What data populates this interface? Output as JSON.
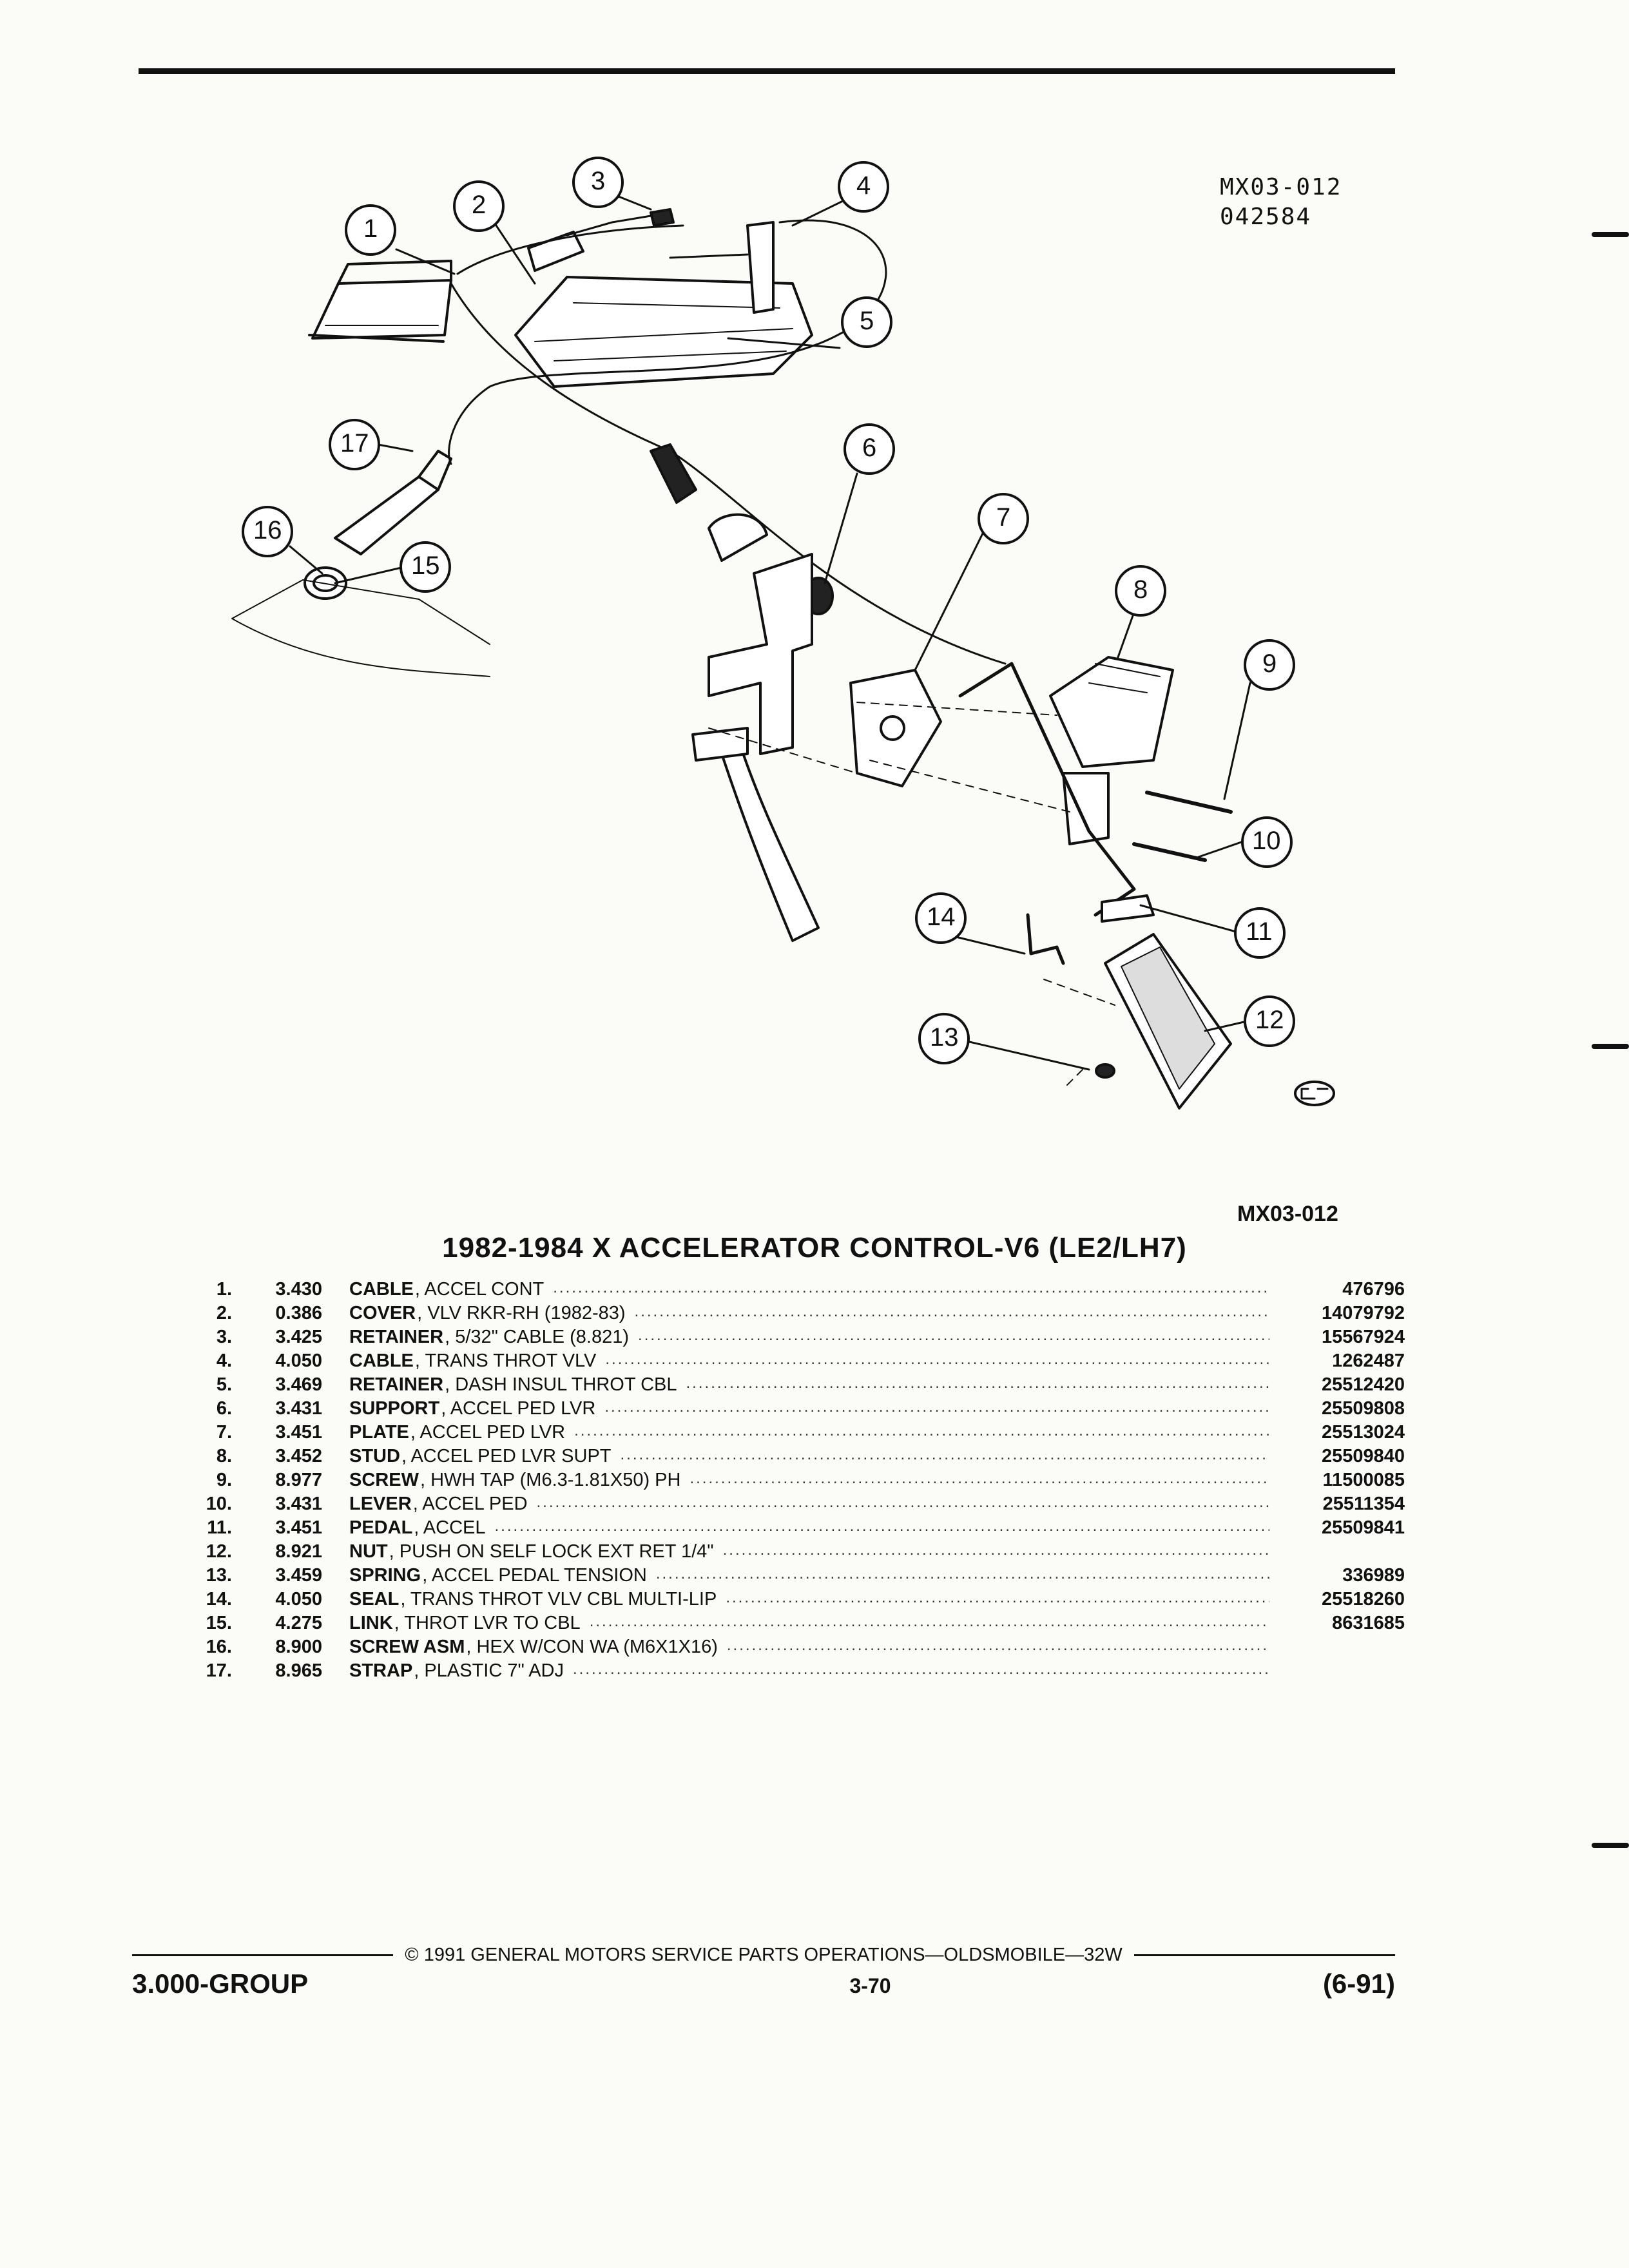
{
  "drawing": {
    "code_lines": [
      "MX03-012",
      "042584"
    ],
    "callouts": [
      "1",
      "2",
      "3",
      "4",
      "5",
      "6",
      "7",
      "8",
      "9",
      "10",
      "11",
      "12",
      "13",
      "14",
      "15",
      "16",
      "17"
    ],
    "logo_icon": "gm-circle-logo-icon"
  },
  "figure_ref": "MX03-012",
  "title": "1982-1984 X ACCELERATOR CONTROL-V6 (LE2/LH7)",
  "parts": [
    {
      "idx": "1.",
      "group": "3.430",
      "name": "CABLE",
      "desc": ", ACCEL CONT",
      "pn": "476796"
    },
    {
      "idx": "2.",
      "group": "0.386",
      "name": "COVER",
      "desc": ", VLV RKR-RH (1982-83)",
      "pn": "14079792"
    },
    {
      "idx": "3.",
      "group": "3.425",
      "name": "RETAINER",
      "desc": ", 5/32\" CABLE (8.821)",
      "pn": "15567924"
    },
    {
      "idx": "4.",
      "group": "4.050",
      "name": "CABLE",
      "desc": ", TRANS THROT VLV",
      "pn": "1262487"
    },
    {
      "idx": "5.",
      "group": "3.469",
      "name": "RETAINER",
      "desc": ", DASH INSUL THROT CBL",
      "pn": "25512420"
    },
    {
      "idx": "6.",
      "group": "3.431",
      "name": "SUPPORT",
      "desc": ", ACCEL PED LVR",
      "pn": "25509808"
    },
    {
      "idx": "7.",
      "group": "3.451",
      "name": "PLATE",
      "desc": ", ACCEL PED LVR",
      "pn": "25513024"
    },
    {
      "idx": "8.",
      "group": "3.452",
      "name": "STUD",
      "desc": ", ACCEL PED LVR SUPT",
      "pn": "25509840"
    },
    {
      "idx": "9.",
      "group": "8.977",
      "name": "SCREW",
      "desc": ", HWH TAP (M6.3-1.81X50) PH",
      "pn": "11500085"
    },
    {
      "idx": "10.",
      "group": "3.431",
      "name": "LEVER",
      "desc": ", ACCEL PED",
      "pn": "25511354"
    },
    {
      "idx": "11.",
      "group": "3.451",
      "name": "PEDAL",
      "desc": ", ACCEL",
      "pn": "25509841"
    },
    {
      "idx": "12.",
      "group": "8.921",
      "name": "NUT",
      "desc": ", PUSH ON SELF LOCK EXT RET 1/4\"",
      "pn": ""
    },
    {
      "idx": "13.",
      "group": "3.459",
      "name": "SPRING",
      "desc": ", ACCEL PEDAL TENSION",
      "pn": "336989"
    },
    {
      "idx": "14.",
      "group": "4.050",
      "name": "SEAL",
      "desc": ", TRANS THROT VLV CBL MULTI-LIP",
      "pn": "25518260"
    },
    {
      "idx": "15.",
      "group": "4.275",
      "name": "LINK",
      "desc": ", THROT LVR TO CBL",
      "pn": "8631685"
    },
    {
      "idx": "16.",
      "group": "8.900",
      "name": "SCREW ASM",
      "desc": ", HEX W/CON WA (M6X1X16)",
      "pn": ""
    },
    {
      "idx": "17.",
      "group": "8.965",
      "name": "STRAP",
      "desc": ", PLASTIC 7\" ADJ",
      "pn": ""
    }
  ],
  "footer": {
    "copyright": "© 1991 GENERAL MOTORS SERVICE PARTS OPERATIONS—OLDSMOBILE—32W",
    "group": "3.000-GROUP",
    "page": "3-70",
    "date": "(6-91)"
  }
}
